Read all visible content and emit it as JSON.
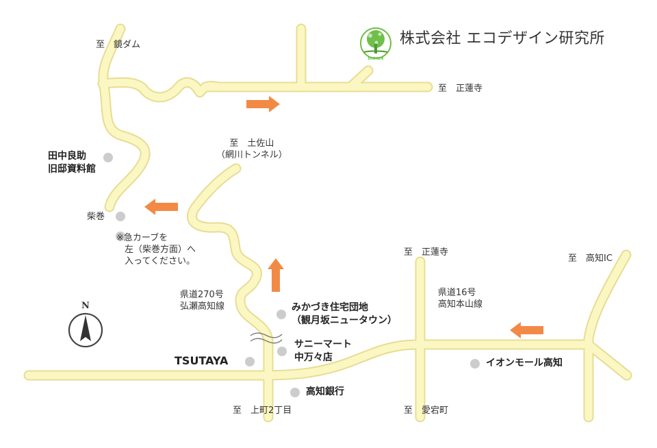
{
  "company": {
    "name": "株式会社 エコデザイン研究所",
    "logo_text": "ECOKEN"
  },
  "map": {
    "colors": {
      "road_fill": "#fbf7c3",
      "road_edge": "#e8dc92",
      "arrow": "#f28a46",
      "poi_dot": "#cccccc",
      "logo_green": "#6fbf4a"
    },
    "compass": {
      "north_label": "N"
    },
    "direction_labels": {
      "kagami_dam": "至　鏡ダム",
      "shorenji_top": "至　正蓮寺",
      "tosayama_line1": "至　土佐山",
      "tosayama_line2": "（網川トンネル）",
      "shorenji_mid": "至　正蓮寺",
      "kochi_ic": "至　高知IC",
      "kamimachi": "至　上町2丁目",
      "atagomachi": "至　愛宕町"
    },
    "place_labels": {
      "tanaka_line1": "田中良助",
      "tanaka_line2": "旧邸資料館",
      "shibamaki": "柴巻",
      "note_line1": "※急カーブを",
      "note_line2": "左（柴巻方面）へ",
      "note_line3": "入ってください。",
      "pref270_line1": "県道270号",
      "pref270_line2": "弘瀬高知線",
      "pref16_line1": "県道16号",
      "pref16_line2": "高知本山線"
    },
    "pois": {
      "mikazuki_line1": "みかづき住宅団地",
      "mikazuki_line2": "（観月坂ニュータウン）",
      "sunny_line1": "サニーマート",
      "sunny_line2": "中万々店",
      "tsutaya": "TSUTAYA",
      "kochi_bank": "高知銀行",
      "aeon": "イオンモール高知"
    }
  }
}
